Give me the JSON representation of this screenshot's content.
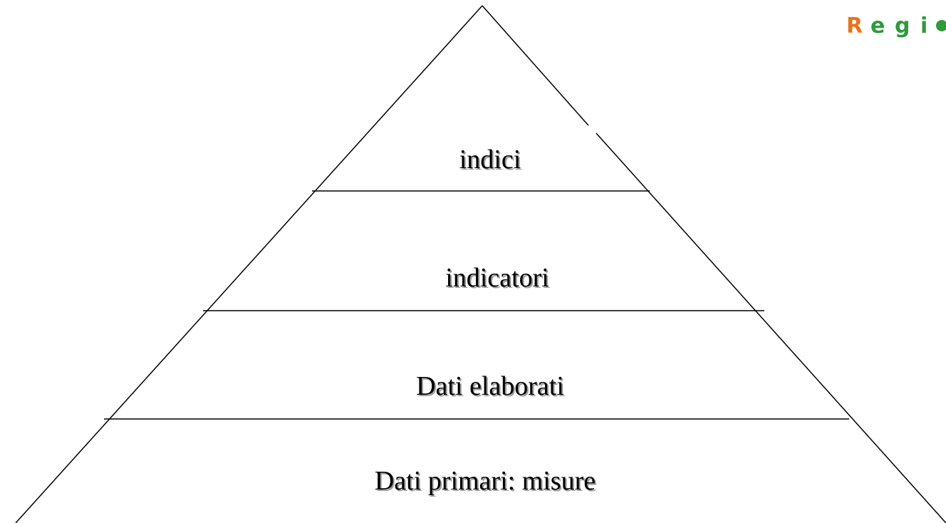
{
  "logo": {
    "text": "Regi",
    "letters": [
      {
        "char": "R",
        "color": "#e8731a"
      },
      {
        "char": "e",
        "color": "#2e9a3a"
      },
      {
        "char": "g",
        "color": "#2e9a3a"
      },
      {
        "char": "i",
        "color": "#2e9a3a"
      }
    ]
  },
  "pyramid": {
    "levels": [
      {
        "label": "indici"
      },
      {
        "label": "indicatori"
      },
      {
        "label": "Dati elaborati"
      },
      {
        "label": "Dati primari: misure"
      }
    ]
  },
  "colors": {
    "line": "#000000",
    "text": "#000000",
    "text_shadow": "#9a9a9a",
    "background": "#ffffff"
  }
}
